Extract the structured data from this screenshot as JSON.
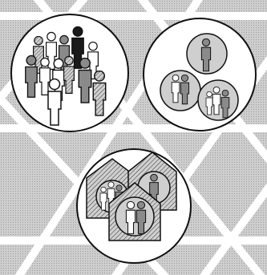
{
  "figure": {
    "colors": {
      "background_tile": "#cfcfcf",
      "tile_gap": "#ffffff",
      "outline": "#111111",
      "person_dark": "#1a1a1a",
      "person_mid": "#8a8a8a",
      "person_white": "#ffffff",
      "house_fill": "#bdbdbd"
    },
    "panels": [
      {
        "id": "crowd",
        "description_icon": "crowd-icon"
      },
      {
        "id": "groups",
        "description_icon": "groups-icon"
      },
      {
        "id": "households",
        "description_icon": "households-icon"
      }
    ]
  }
}
